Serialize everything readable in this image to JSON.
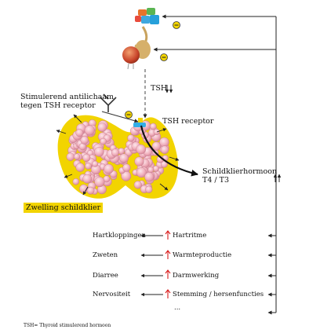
{
  "labels": {
    "tsh": "TSH",
    "antibody_line1": "Stimulerend antilichaam",
    "antibody_line2": "tegen TSH receptor",
    "tsh_receptor": "TSH receptor",
    "hormone_line1": "Schildklierhormoon",
    "hormone_line2": "T4 / T3",
    "swelling": "Zwelling schildklier",
    "footnote": "TSH= Thyroid stimulerend hormoon",
    "minus": "−",
    "ellipsis": "..."
  },
  "symptoms": [
    {
      "symptom": "Hartkloppingen",
      "cause": "Hartritme"
    },
    {
      "symptom": "Zweten",
      "cause": "Warmteproductie"
    },
    {
      "symptom": "Diarree",
      "cause": "Darmwerking"
    },
    {
      "symptom": "Nervositeit",
      "cause": "Stemming / hersenfuncties"
    }
  ],
  "colors": {
    "yellow": "#f2d400",
    "thyroid_fill": "#f1b3bf",
    "up_arrow": "#d91c1c",
    "receptor": "#33aee6"
  }
}
